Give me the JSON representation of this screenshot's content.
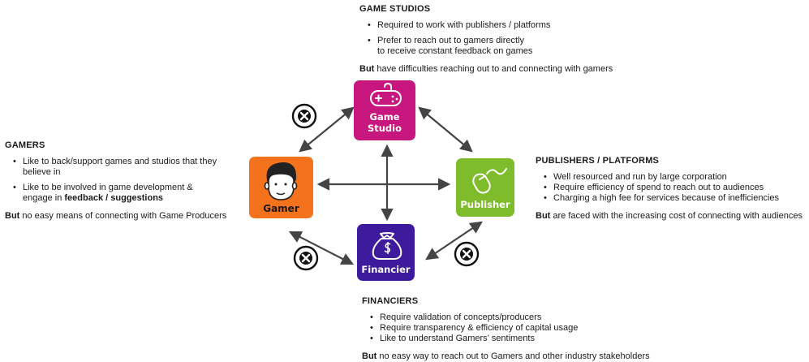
{
  "game_studios": {
    "title": "GAME STUDIOS",
    "items": [
      "Required to work with publishers / platforms",
      "Prefer to reach out to gamers directly\nto receive constant feedback on games"
    ],
    "note_lead": "But",
    "note_rest": " have difficulties reaching out to and connecting with gamers"
  },
  "gamers": {
    "title": "GAMERS",
    "items": [
      "Like to back/support games and studios that they believe in",
      "Like to be involved in game development & engage in "
    ],
    "item2_bold": "feedback / suggestions",
    "note_lead": "But",
    "note_rest": " no easy means of connecting with Game Producers"
  },
  "publishers": {
    "title": "PUBLISHERS / PLATFORMS",
    "items": [
      "Well resourced and run by large corporation",
      "Require efficiency of spend to reach out to audiences",
      "Charging a high fee for services because of inefficiencies"
    ],
    "note_lead": "But",
    "note_rest": " are faced with the increasing cost of connecting with audiences"
  },
  "financiers": {
    "title": "FINANCIERS",
    "items": [
      "Require validation of concepts/producers",
      "Require transparency & efficiency of capital usage",
      "Like to understand Gamers’ sentiments"
    ],
    "note_lead": "But",
    "note_rest": " no easy way to reach out to Gamers and other industry stakeholders"
  },
  "nodes": {
    "game_studio": {
      "label": "Game\nStudio",
      "color": "#c8167f"
    },
    "gamer": {
      "label": "Gamer",
      "color": "#f4721b"
    },
    "publisher": {
      "label": "Publisher",
      "color": "#7fbc2b"
    },
    "financier": {
      "label": "Financier",
      "color": "#3d1b9c"
    }
  },
  "colors": {
    "arrow": "#444444",
    "blocked_badge": "#111111"
  },
  "icons": [
    "gamepad-icon",
    "face-icon",
    "mouse-icon",
    "money-bag-icon",
    "blocked-x-icon"
  ]
}
